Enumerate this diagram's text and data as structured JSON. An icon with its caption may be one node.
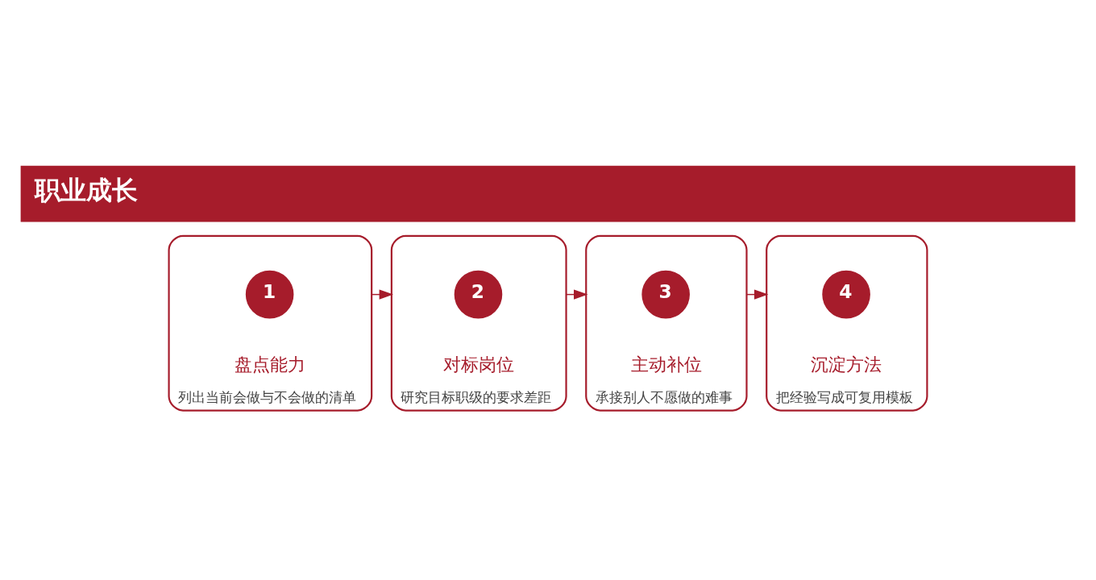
{
  "diagram": {
    "title": "职业成长",
    "nodes": [
      {
        "text": [
          "盘点能力",
          "列出当前会做与不会做的清单"
        ]
      },
      {
        "text": [
          "1"
        ],
        "in": 0
      },
      {
        "text": [
          "对标岗位",
          "研究目标职级的要求差距"
        ]
      },
      {
        "text": [
          "2"
        ],
        "in": 2
      },
      {
        "text": [
          "主动补位",
          "承接别人不愿做的难事"
        ]
      },
      {
        "text": [
          "3"
        ],
        "in": 4
      },
      {
        "text": [
          "沉淀方法",
          "把经验写成可复用模板"
        ]
      },
      {
        "text": [
          "4"
        ],
        "in": 6
      }
    ],
    "edges": [
      {
        "from": 0,
        "to": 2,
        "arrow": "to"
      },
      {
        "from": 2,
        "to": 4,
        "arrow": "to"
      },
      {
        "from": 4,
        "to": 6,
        "arrow": "to"
      }
    ]
  }
}
